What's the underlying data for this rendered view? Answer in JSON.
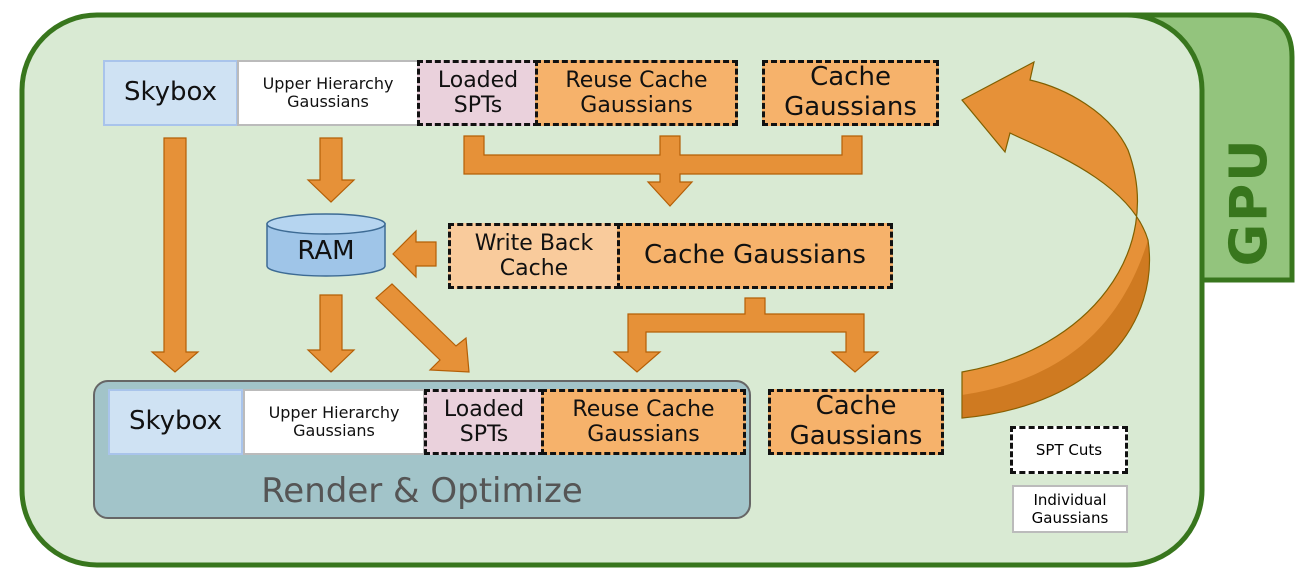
{
  "gpu": {
    "label": "GPU"
  },
  "top_row": {
    "skybox": "Skybox",
    "upper_hierarchy": "Upper Hierarchy Gaussians",
    "loaded_spts": "Loaded SPTs",
    "reuse_cache": "Reuse Cache Gaussians",
    "cache": "Cache Gaussians"
  },
  "middle": {
    "ram": "RAM",
    "write_back": "Write Back Cache",
    "cache_gaussians": "Cache Gaussians"
  },
  "bottom_row": {
    "skybox": "Skybox",
    "upper_hierarchy": "Upper Hierarchy Gaussians",
    "loaded_spts": "Loaded SPTs",
    "reuse_cache": "Reuse Cache Gaussians",
    "cache": "Cache Gaussians",
    "render_label": "Render & Optimize"
  },
  "legend": {
    "spt_cuts": "SPT Cuts",
    "individual": "Individual Gaussians"
  },
  "colors": {
    "gpu_green": "#38761d",
    "panel_fill": "#d9ead3",
    "arrow_orange": "#e69138",
    "render_panel": "#a2c4c9",
    "ram_blue": "#9fc5e8"
  }
}
